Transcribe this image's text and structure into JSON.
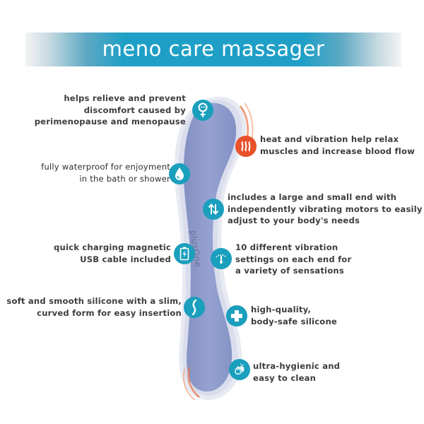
{
  "banner": {
    "title": "meno care massager",
    "color": "#1f9fc6"
  },
  "brand_text": "plusOne",
  "colors": {
    "device": "#8f9ccc",
    "icon": "#1a9fbd",
    "heat_icon": "#e8522a",
    "text": "#3d3d3d"
  },
  "features_left": [
    {
      "icon": "female-symbol-icon",
      "lines": [
        "helps relieve and prevent",
        "discomfort caused by",
        "perimenopause and menopause"
      ]
    },
    {
      "icon": "water-drop-icon",
      "lines": [
        "fully waterproof for enjoyment",
        "in the bath or shower"
      ]
    },
    {
      "icon": "battery-charging-icon",
      "lines": [
        "quick charging magnetic",
        "USB cable included"
      ]
    },
    {
      "icon": "curve-shape-icon",
      "lines": [
        "soft and smooth silicone with a slim,",
        "curved form for easy insertion"
      ]
    }
  ],
  "features_right": [
    {
      "icon": "heat-icon",
      "lines": [
        "heat and vibration help relax",
        "muscles and increase blood flow"
      ]
    },
    {
      "icon": "up-down-arrows-icon",
      "lines": [
        "includes a large and small end with",
        "independently vibrating motors to easily",
        "adjust to your body's needs"
      ]
    },
    {
      "icon": "gauge-icon",
      "lines": [
        "10 different vibration",
        "settings on each end for",
        "a variety of sensations"
      ]
    },
    {
      "icon": "plus-icon",
      "lines": [
        "high-quality,",
        "body-safe silicone"
      ]
    },
    {
      "icon": "hands-washing-icon",
      "lines": [
        "ultra-hygienic and",
        "easy to clean"
      ]
    }
  ]
}
